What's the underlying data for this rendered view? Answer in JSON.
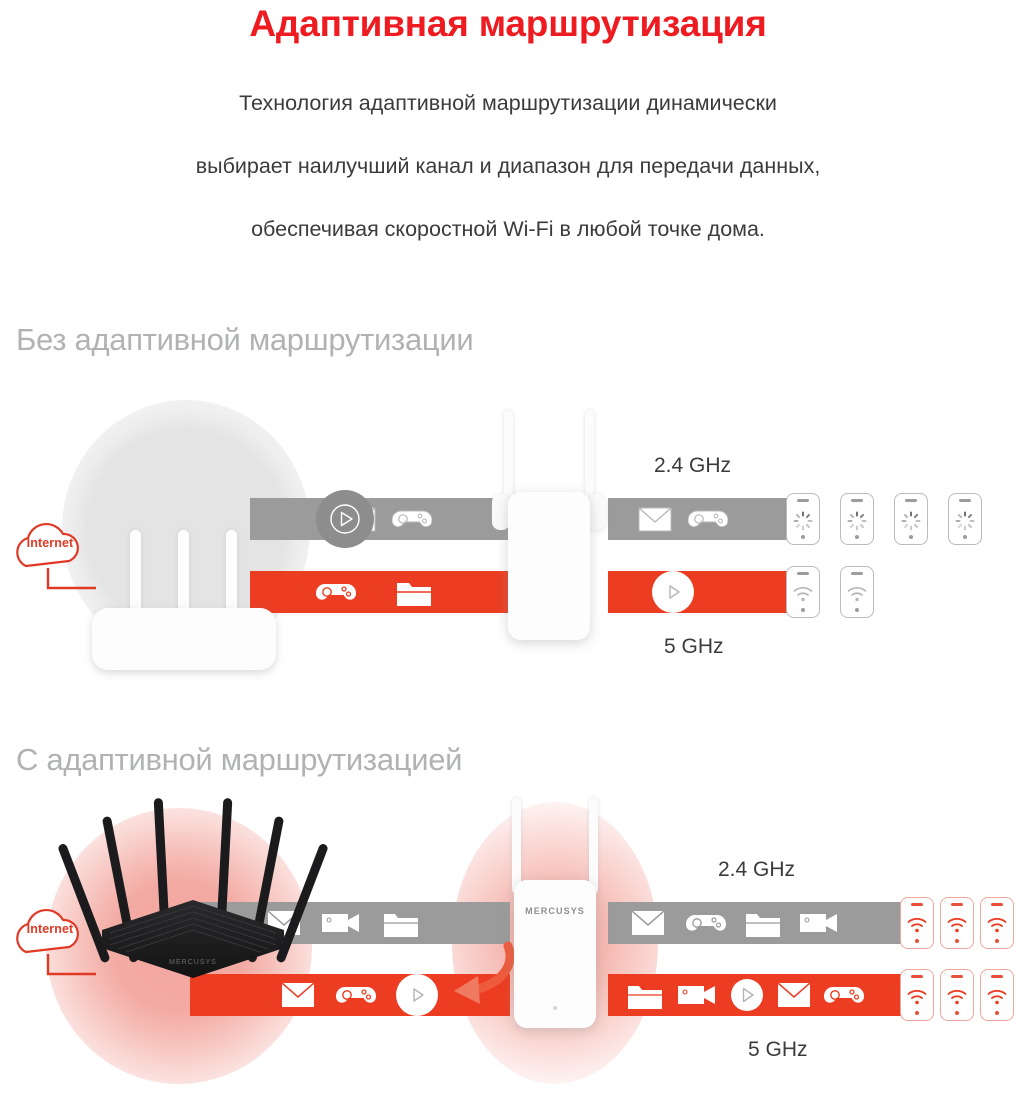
{
  "header": {
    "title": "Адаптивная маршрутизация",
    "paragraph_lines": [
      "Технология адаптивной маршрутизации динамически",
      "выбирает наилучший канал и диапазон для передачи данных,",
      "обеспечивая скоростной Wi-Fi в любой точке дома."
    ]
  },
  "colors": {
    "title_red": "#ee1b20",
    "accent_red": "#ec3c21",
    "bar_gray": "#9b9b9b",
    "heading_gray": "#b0b2b4",
    "body_text": "#3b3b3b"
  },
  "sections": [
    {
      "id": "without",
      "heading": "Без адаптивной маршрутизации",
      "cloud_label": "Internet",
      "router": {
        "type": "router-white-3-antenna",
        "antennas": 3,
        "brand": ""
      },
      "extender": {
        "type": "range-extender",
        "brand": ""
      },
      "bands": [
        {
          "id": "band-24",
          "label": "2.4 GHz",
          "label_position": "above-right",
          "color": "#9b9b9b",
          "state": "congested",
          "left_segment_icons": [
            "play-icon",
            "envelope-icon",
            "gamepad-icon"
          ],
          "right_segment_icons": [
            "envelope-icon",
            "gamepad-icon"
          ],
          "clients": [
            {
              "icon": "loading-spinner-icon",
              "status": "buffering"
            },
            {
              "icon": "loading-spinner-icon",
              "status": "buffering"
            },
            {
              "icon": "loading-spinner-icon",
              "status": "buffering"
            },
            {
              "icon": "loading-spinner-icon",
              "status": "buffering"
            }
          ]
        },
        {
          "id": "band-5",
          "label": "5 GHz",
          "label_position": "below-right",
          "color": "#ec3c21",
          "state": "idle",
          "left_segment_icons": [
            "gamepad-icon",
            "folder-icon"
          ],
          "right_segment_icons": [
            "play-icon"
          ],
          "clients": [
            {
              "icon": "wifi-icon",
              "status": "connected"
            },
            {
              "icon": "wifi-icon",
              "status": "connected"
            }
          ]
        }
      ]
    },
    {
      "id": "with",
      "heading": "С адаптивной маршрутизацией",
      "cloud_label": "Internet",
      "router": {
        "type": "router-black-6-antenna",
        "antennas": 6,
        "brand": "MERCUSYS"
      },
      "extender": {
        "type": "range-extender",
        "brand": "MERCUSYS"
      },
      "switch_arrow": {
        "icon": "curved-arrow-icon",
        "meaning": "band-steering"
      },
      "bands": [
        {
          "id": "band-24",
          "label": "2.4 GHz",
          "label_position": "above-right",
          "color": "#9b9b9b",
          "state": "balanced",
          "left_segment_icons": [
            "envelope-icon",
            "camcorder-icon",
            "folder-icon"
          ],
          "right_segment_icons": [
            "envelope-icon",
            "gamepad-icon",
            "folder-icon",
            "camcorder-icon"
          ],
          "clients": [
            {
              "icon": "wifi-icon",
              "status": "connected"
            },
            {
              "icon": "wifi-icon",
              "status": "connected"
            },
            {
              "icon": "wifi-icon",
              "status": "connected"
            }
          ]
        },
        {
          "id": "band-5",
          "label": "5 GHz",
          "label_position": "below-right",
          "color": "#ec3c21",
          "state": "balanced",
          "left_segment_icons": [
            "envelope-icon",
            "gamepad-icon",
            "play-icon"
          ],
          "right_segment_icons": [
            "folder-icon",
            "camcorder-icon",
            "play-icon",
            "envelope-icon",
            "gamepad-icon"
          ],
          "clients": [
            {
              "icon": "wifi-icon",
              "status": "connected"
            },
            {
              "icon": "wifi-icon",
              "status": "connected"
            },
            {
              "icon": "wifi-icon",
              "status": "connected"
            }
          ]
        }
      ]
    }
  ]
}
